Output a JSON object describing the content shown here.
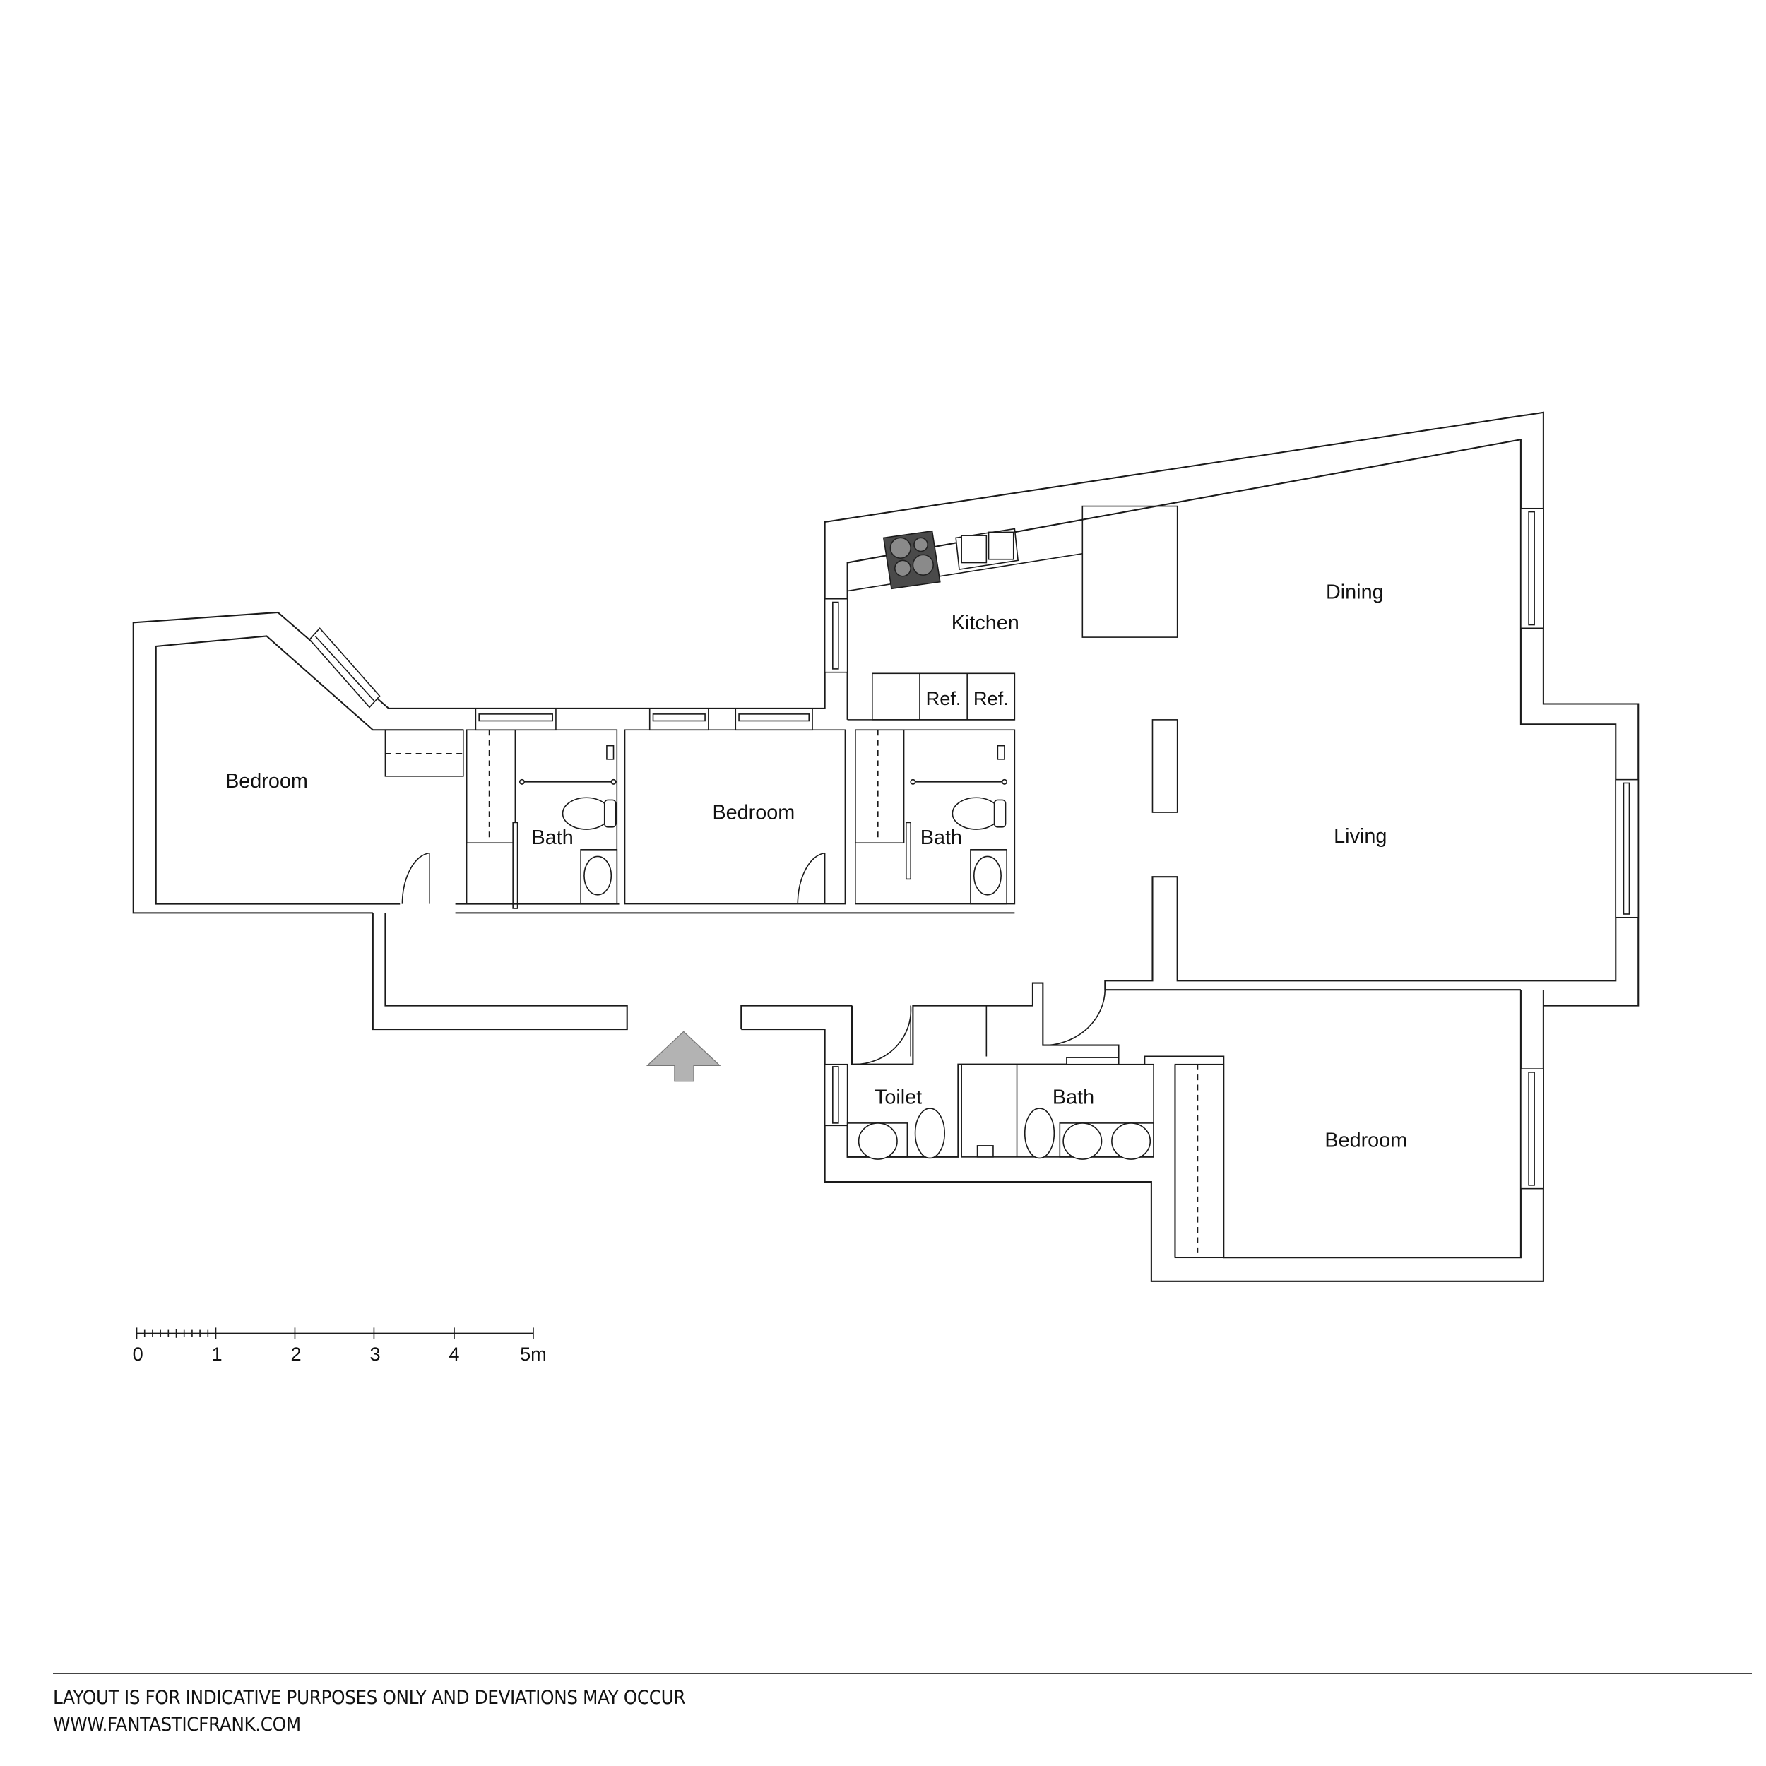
{
  "rooms": {
    "bedroom_west": "Bedroom",
    "bath_west": "Bath",
    "bedroom_middle": "Bedroom",
    "bath_middle": "Bath",
    "kitchen": "Kitchen",
    "dining": "Dining",
    "living": "Living",
    "toilet": "Toilet",
    "bath_south": "Bath",
    "bedroom_east": "Bedroom"
  },
  "fixtures": {
    "ref_1": "Ref.",
    "ref_2": "Ref."
  },
  "entrance": {
    "icon": "entrance-arrow-icon",
    "color": "#b3b3b3"
  },
  "scale_bar": {
    "ticks": [
      "0",
      "1",
      "2",
      "3",
      "4",
      "5m"
    ],
    "unit": "m",
    "length": 5
  },
  "footer": {
    "disclaimer": "LAYOUT IS FOR INDICATIVE PURPOSES ONLY AND DEVIATIONS MAY OCCUR",
    "website": "WWW.FANTASTICFRANK.COM"
  },
  "colors": {
    "wall": "#1a1a1a",
    "hob": "#4a4a4a",
    "burner": "#8a8a8a",
    "arrow": "#b3b3b3"
  }
}
